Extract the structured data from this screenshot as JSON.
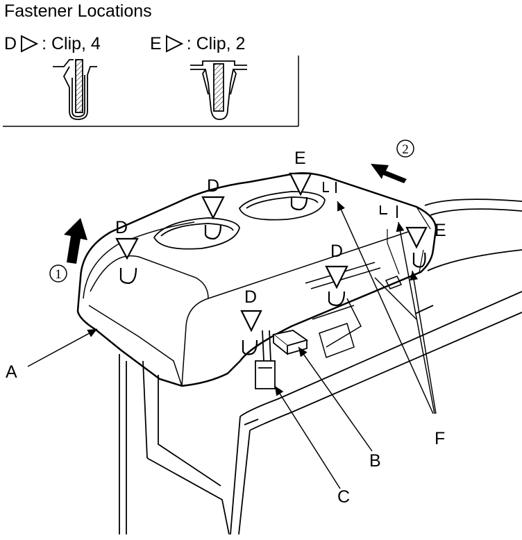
{
  "title": "Fastener Locations",
  "legend": [
    {
      "letter": "D",
      "text": ": Clip, 4"
    },
    {
      "letter": "E",
      "text": ": Clip, 2"
    }
  ],
  "fastener_labels": {
    "d": "D",
    "e": "E"
  },
  "callouts": {
    "a": "A",
    "b": "B",
    "c": "C",
    "f": "F"
  },
  "steps": {
    "one": "1",
    "two": "2"
  }
}
